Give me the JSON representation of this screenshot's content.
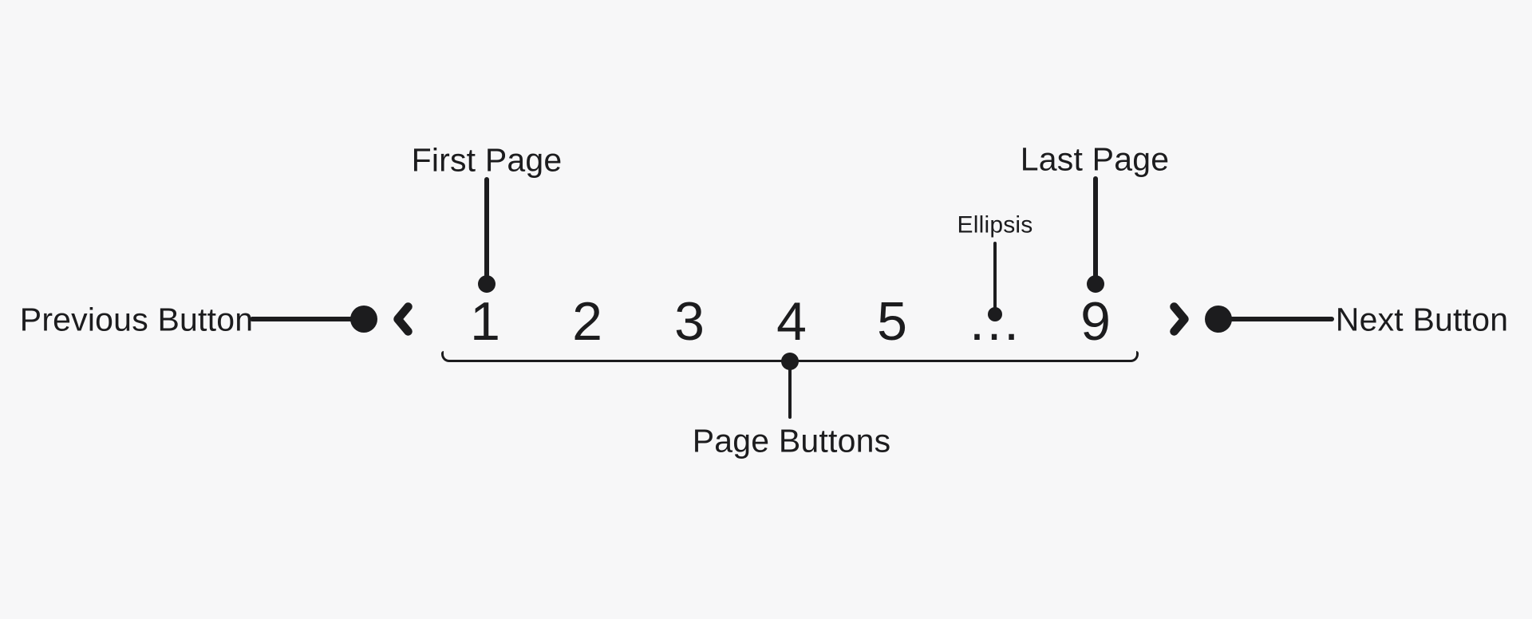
{
  "canvas": {
    "background": "#f7f7f8",
    "ink": "#1c1c1e"
  },
  "diagram": {
    "component": "pagination",
    "annotations": {
      "prev_label": "Previous Button",
      "next_label": "Next Button",
      "first_page_label": "First Page",
      "last_page_label": "Last Page",
      "ellipsis_label": "Ellipsis",
      "page_buttons_label": "Page Buttons"
    },
    "pagination": {
      "pages": [
        "1",
        "2",
        "3",
        "4",
        "5",
        "…",
        "9"
      ],
      "current_visible_pages": [
        1,
        2,
        3,
        4,
        5,
        9
      ],
      "ellipsis_char": "…"
    },
    "icons": {
      "prev": "chevron-left",
      "next": "chevron-right"
    }
  }
}
